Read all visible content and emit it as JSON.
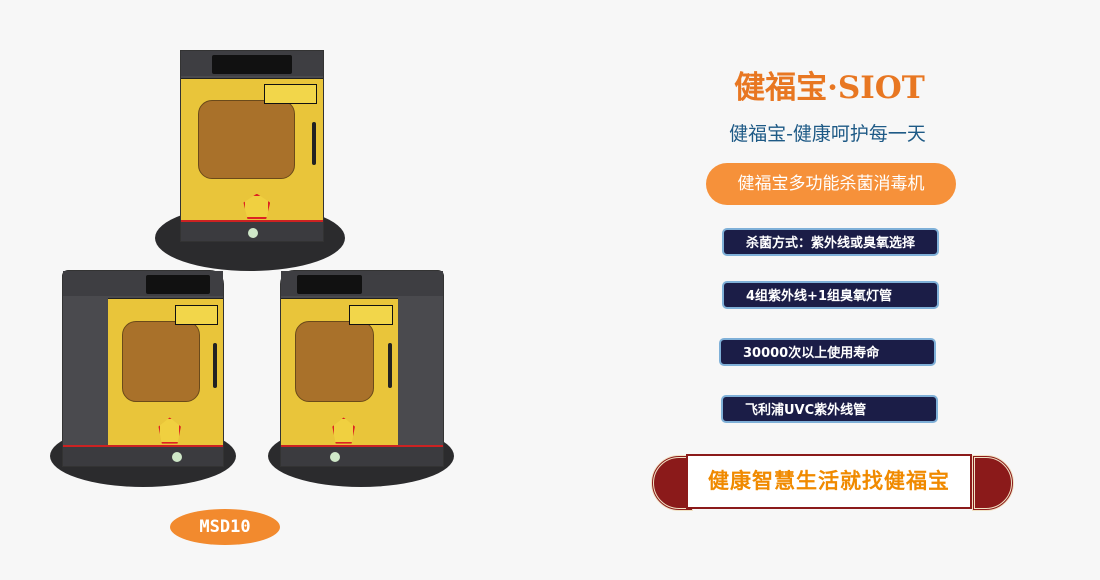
{
  "brand": {
    "title": "健福宝·SIOT",
    "slogan": "健福宝-健康呵护每一天",
    "product": "健福宝多功能杀菌消毒机"
  },
  "features": [
    "杀菌方式：紫外线或臭氧选择",
    "4组紫外线+1组臭氧灯管",
    "30000次以上使用寿命",
    "飞利浦UVC紫外线管"
  ],
  "banner": "健康智慧生活就找健福宝",
  "model": "MSD10",
  "colors": {
    "orange": "#e87722",
    "navy": "#1b1d47",
    "blue_text": "#1e5a86",
    "frame": "#8b1a1a"
  }
}
